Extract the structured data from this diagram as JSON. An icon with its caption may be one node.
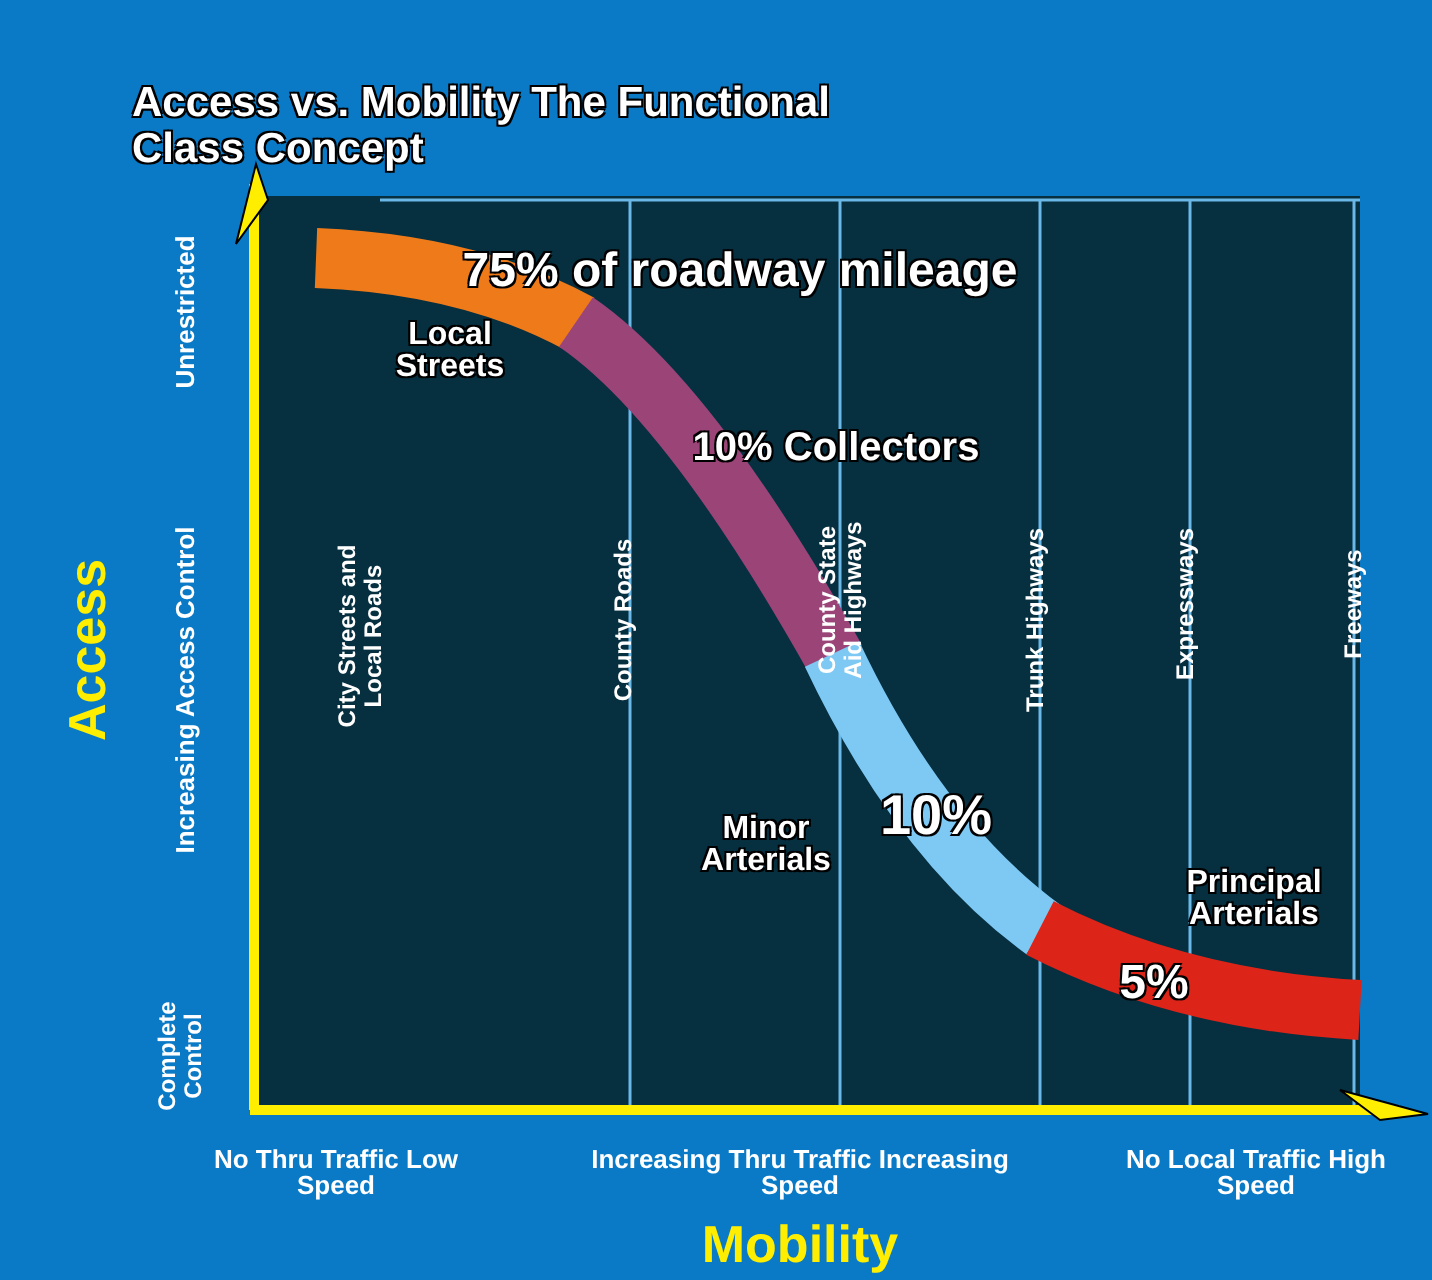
{
  "diagram": {
    "title": "Access vs. Mobility The Functional Class Concept",
    "labels": [
      "75% of roadway mileage",
      "Local Streets",
      "10% Collectors",
      "Minor Arterials",
      "10%",
      "Principal Arterials",
      "5%",
      "Unrestricted",
      "Increasing Access Control",
      "Complete Control",
      "Access",
      "City Streets and Local Roads",
      "County Roads",
      "County State Aid Highways",
      "Trunk Highways",
      "Expressways",
      "Freeways",
      "No Thru Traffic Low Speed",
      "Increasing Thru Traffic Increasing Speed",
      "No Local Traffic High Speed",
      "Mobility"
    ]
  }
}
